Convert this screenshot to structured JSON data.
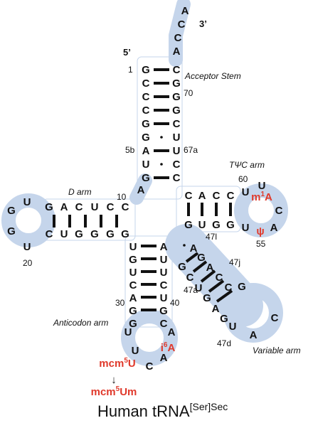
{
  "title": {
    "main": "Human tRNA",
    "superscript": "[Ser]Sec"
  },
  "ends": {
    "five_prime": "5’",
    "three_prime": "3’"
  },
  "acceptor_left": [
    "G",
    "C",
    "C",
    "C",
    "G",
    "G",
    "A",
    "U",
    "G"
  ],
  "acceptor_right": [
    "C",
    "G",
    "G",
    "G",
    "C",
    "U",
    "U",
    "C",
    "C"
  ],
  "three_tail": [
    "A",
    "C",
    "C",
    "A"
  ],
  "connector_A": "A",
  "d_stem_top": [
    "C",
    "C",
    "U",
    "C",
    "A",
    "G"
  ],
  "d_stem_bottom": [
    "C",
    "U",
    "G",
    "G",
    "G",
    "G"
  ],
  "d_loop": [
    "U",
    "G",
    "G",
    "U"
  ],
  "anticodon_left": [
    "U",
    "G",
    "U",
    "C",
    "A",
    "G",
    "G"
  ],
  "anticodon_right": [
    "A",
    "U",
    "U",
    "C",
    "U",
    "G",
    "C"
  ],
  "anticodon_loop": [
    "U",
    "U",
    "C",
    "A",
    "A"
  ],
  "t_stem_top": [
    "C",
    "A",
    "C",
    "C"
  ],
  "t_stem_bottom": [
    "G",
    "U",
    "G",
    "G"
  ],
  "t_loop": [
    "U",
    "U",
    "C",
    "A",
    "U"
  ],
  "t_mod_m1A": {
    "base": "m",
    "sup": "1",
    "tail": "A"
  },
  "t_mod_psi": "ψ",
  "var_lower": [
    "G",
    "C",
    "U",
    "G",
    "A",
    "G"
  ],
  "var_upper": [
    "A",
    "G",
    "A",
    "C",
    "C",
    "G"
  ],
  "var_loop": [
    "C",
    "A",
    "U"
  ],
  "anticodon_mods": {
    "i6A": {
      "base": "i",
      "sup": "6",
      "tail": "A"
    },
    "mcm5U": {
      "base": "mcm",
      "sup": "5",
      "tail": "U"
    },
    "mcm5Um": {
      "base": "mcm",
      "sup": "5",
      "tail": "Um"
    },
    "arrow": "↓"
  },
  "numbers": {
    "n1": "1",
    "n70": "70",
    "n5b": "5b",
    "n67a": "67a",
    "n10": "10",
    "n20": "20",
    "n60": "60",
    "n55": "55",
    "n47l": "47l",
    "n47j": "47j",
    "n47a": "47a",
    "n47d": "47d",
    "n30": "30",
    "n40": "40"
  },
  "arm_labels": {
    "acceptor": "Acceptor Stem",
    "d": "D arm",
    "t": "TΨC arm",
    "anticodon": "Anticodon arm",
    "variable": "Variable arm"
  },
  "colors": {
    "backbone": "#c5d5eb",
    "modification": "#e0392b",
    "text": "#111111"
  }
}
